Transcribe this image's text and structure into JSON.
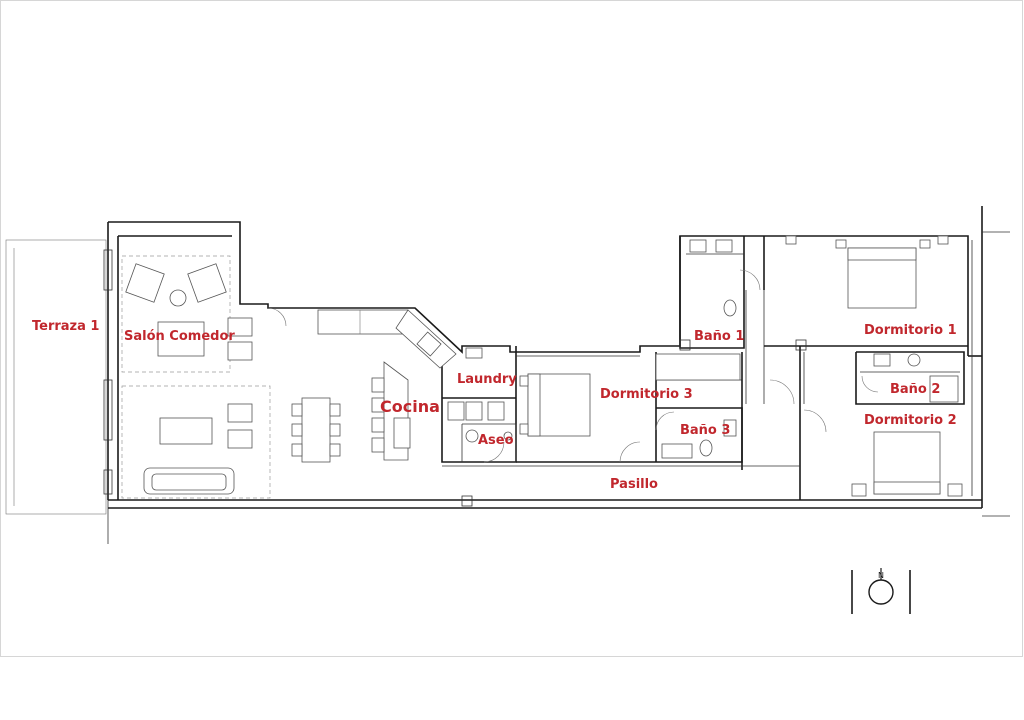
{
  "rooms": {
    "terraza": "Terraza 1",
    "salon": "Salón Comedor",
    "cocina": "Cocina",
    "laundry": "Laundry",
    "aseo": "Aseo",
    "dormitorio3": "Dormitorio 3",
    "bano3": "Baño 3",
    "pasillo": "Pasillo",
    "bano1": "Baño 1",
    "dormitorio1": "Dormitorio 1",
    "bano2": "Baño 2",
    "dormitorio2": "Dormitorio 2"
  },
  "compass": {
    "letter": "N"
  },
  "colors": {
    "label": "#c1272d",
    "wall": "#1a1a1a"
  }
}
